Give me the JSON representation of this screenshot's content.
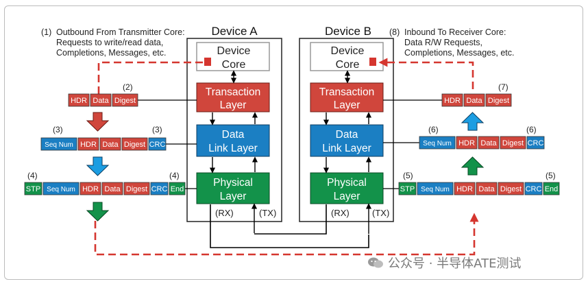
{
  "devices": {
    "a_title": "Device A",
    "b_title": "Device B",
    "core_label_1": "Device",
    "core_label_2": "Core",
    "transaction_1": "Transaction",
    "transaction_2": "Layer",
    "datalink_1": "Data",
    "datalink_2": "Link Layer",
    "physical_1": "Physical",
    "physical_2": "Layer",
    "rx": "(RX)",
    "tx": "(TX)"
  },
  "outbound": {
    "number": "(1)",
    "line1": "Outbound From Transmitter Core:",
    "line2": "Requests to write/read data,",
    "line3": "Completions, Messages, etc."
  },
  "inbound": {
    "number": "(8)",
    "line1": "Inbound To Receiver Core:",
    "line2": "Data R/W Requests,",
    "line3": "Completions, Messages, etc."
  },
  "packet_labels": {
    "hdr": "HDR",
    "data": "Data",
    "digest": "Digest",
    "seq": "Seq Num",
    "crc": "CRC",
    "stp": "STP",
    "end": "End"
  },
  "step_numbers": {
    "s2": "(2)",
    "s3": "(3)",
    "s4": "(4)",
    "s5": "(5)",
    "s6": "(6)",
    "s7": "(7)"
  },
  "watermark": "公众号 · 半导体ATE测试",
  "colors": {
    "transaction": "#d0463c",
    "datalink": "#1b7fc3",
    "physical": "#13924a",
    "flow_red": "#d5362f"
  }
}
